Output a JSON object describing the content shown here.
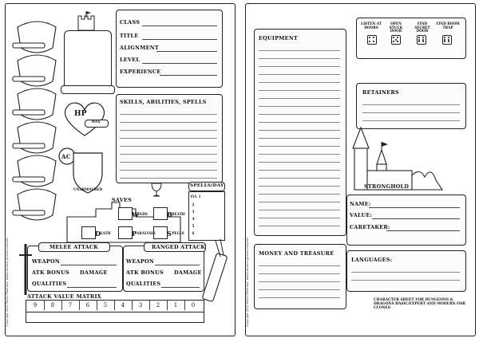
{
  "left_page": {
    "header_fields": [
      "CLASS",
      "TITLE",
      "ALIGNMENT",
      "LEVEL",
      "EXPERIENCE"
    ],
    "skills_label": "SKILLS, ABILITIES, SPELLS",
    "hp_label": "HP",
    "hp_max_label": "MAX",
    "ac_label": "AC",
    "unarmoured_label": "UNARMOURED",
    "saves_label": "SAVES",
    "save_codes": [
      "D",
      "W",
      "P",
      "B",
      "S"
    ],
    "save_names": [
      "EATH",
      "ANDS",
      "ARALYSIS",
      "REATH",
      "PELLS"
    ],
    "spells_day_label": "SPELLS/DAY",
    "spell_levels": [
      "LVL 1",
      "2",
      "3",
      "4",
      "5",
      "6"
    ],
    "melee_label": "MELEE ATTACK",
    "ranged_label": "RANGED ATTACK",
    "weapon_label": "WEAPON",
    "atk_bonus_label": "ATK BONUS",
    "damage_label": "DAMAGE",
    "qualities_label": "QUALITIES",
    "matrix_label": "ATTACK VALUE MATRIX",
    "matrix_values": [
      "9",
      "8",
      "7",
      "6",
      "5",
      "4",
      "3",
      "2",
      "1",
      "0"
    ],
    "copyright": "Copyright 2020 Pacho Pastrana. www.necrotic-gnome.com/etc"
  },
  "right_page": {
    "equipment_label": "EQUIPMENT",
    "money_label": "MONEY AND TREASURE",
    "exploration_skills": [
      "LISTEN AT DOORS",
      "OPEN STUCK DOOR",
      "FIND SECRET DOOR",
      "FIND ROOM TRAP"
    ],
    "retainers_label": "RETAINERS",
    "stronghold_label": "STRONGHOLD",
    "name_label": "NAME:",
    "value_label": "VALUE:",
    "caretaker_label": "CARETAKER:",
    "languages_label": "LANGUAGES:",
    "footer_credit": "CHARACTER SHEET FOR DUNGEONS & DRAGONS BASIC/EXPERT AND MODERN OSR CLONES",
    "copyright": "Copyright 2020 Pacho Pastrana. www.necrotic-gnome.com/etc"
  }
}
